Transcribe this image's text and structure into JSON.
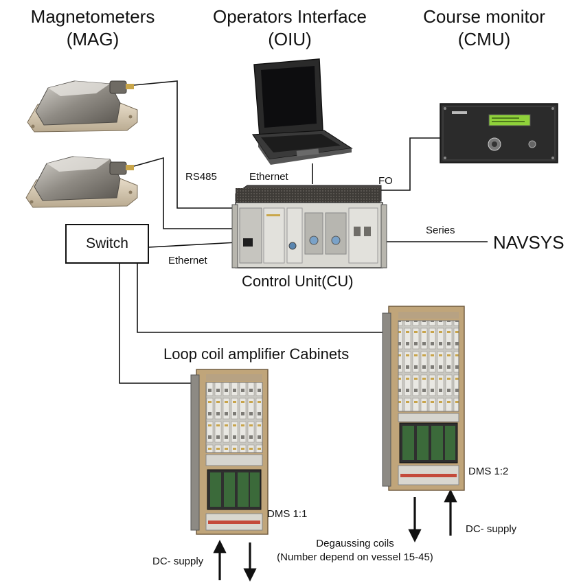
{
  "titles": {
    "mag_line1": "Magnetometers",
    "mag_line2": "(MAG)",
    "oiu_line1": "Operators Interface",
    "oiu_line2": "(OIU)",
    "cmu_line1": "Course monitor",
    "cmu_line2": "(CMU)"
  },
  "links": {
    "rs485": "RS485",
    "ethernet_laptop": "Ethernet",
    "fo": "FO",
    "series": "Series",
    "ethernet_switch": "Ethernet"
  },
  "nodes": {
    "navsys": "NAVSYS",
    "switch": "Switch",
    "control_unit": "Control Unit(CU)",
    "cabinets_title": "Loop coil amplifier Cabinets",
    "dms_1_1": "DMS 1:1",
    "dms_1_2": "DMS 1:2"
  },
  "power": {
    "dc_supply_left": "DC- supply",
    "dc_supply_right": "DC- supply",
    "degaussing_line1": "Degaussing coils",
    "degaussing_line2": "(Number depend on vessel 15-45)"
  },
  "colors": {
    "line": "#111111",
    "steel": "#9a968e",
    "steel_dark": "#5c5955",
    "cabinet_frame": "#a88a62",
    "panel": "#d9d8d2",
    "lcd": "#8fd23a"
  },
  "icons": [
    "magnetometer-sensor",
    "laptop",
    "course-monitor-panel",
    "rack-control-unit",
    "amplifier-cabinet",
    "arrow"
  ]
}
